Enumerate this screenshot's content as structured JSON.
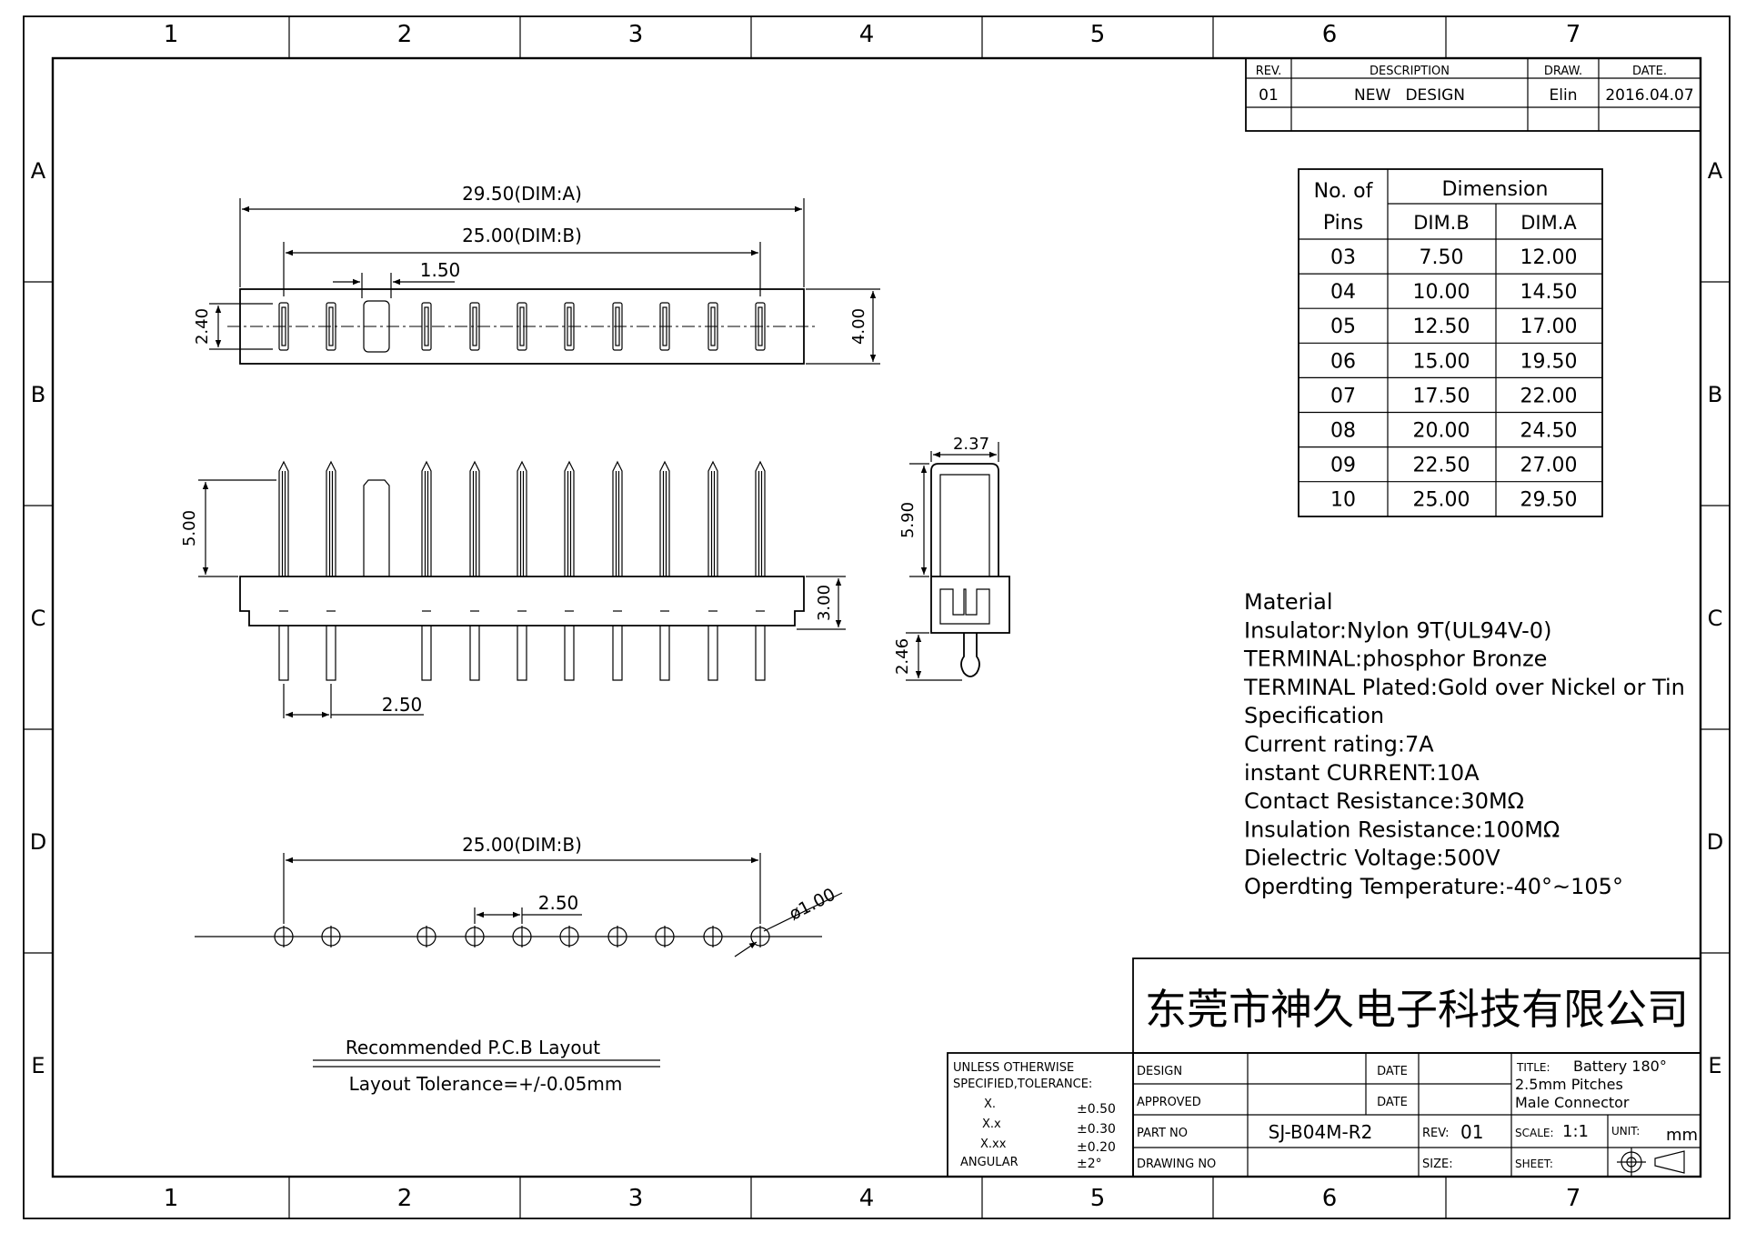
{
  "grid": {
    "columns": [
      "1",
      "2",
      "3",
      "4",
      "5",
      "6",
      "7"
    ],
    "rows": [
      "A",
      "B",
      "C",
      "D",
      "E"
    ]
  },
  "revision": {
    "headers": {
      "rev": "REV.",
      "description": "DESCRIPTION",
      "draw": "DRAW.",
      "date": "DATE."
    },
    "row": {
      "rev": "01",
      "description": "NEW   DESIGN",
      "draw": "Elin",
      "date": "2016.04.07"
    }
  },
  "dimension_table": {
    "header_pins_1": "No. of",
    "header_pins_2": "Pins",
    "header_dimension": "Dimension",
    "header_dimb": "DIM.B",
    "header_dima": "DIM.A",
    "rows": [
      {
        "pins": "03",
        "dimb": "7.50",
        "dima": "12.00"
      },
      {
        "pins": "04",
        "dimb": "10.00",
        "dima": "14.50"
      },
      {
        "pins": "05",
        "dimb": "12.50",
        "dima": "17.00"
      },
      {
        "pins": "06",
        "dimb": "15.00",
        "dima": "19.50"
      },
      {
        "pins": "07",
        "dimb": "17.50",
        "dima": "22.00"
      },
      {
        "pins": "08",
        "dimb": "20.00",
        "dima": "24.50"
      },
      {
        "pins": "09",
        "dimb": "22.50",
        "dima": "27.00"
      },
      {
        "pins": "10",
        "dimb": "25.00",
        "dima": "29.50"
      }
    ]
  },
  "dimensions": {
    "top_dim_a": "29.50(DIM:A)",
    "top_dim_b": "25.00(DIM:B)",
    "top_gap": "1.50",
    "top_height_left": "2.40",
    "top_height_right": "4.00",
    "front_pin_height": "5.00",
    "front_body_height": "3.00",
    "front_pitch": "2.50",
    "side_width": "2.37",
    "side_height": "5.90",
    "side_tail": "2.46",
    "pcb_dim_b": "25.00(DIM:B)",
    "pcb_pitch": "2.50",
    "pcb_hole": "ø1.00"
  },
  "pcb_caption": {
    "title": "Recommended P.C.B Layout",
    "tolerance": "Layout Tolerance=+/-0.05mm"
  },
  "material": [
    "Material",
    "Insulator:Nylon 9T(UL94V-0)",
    "TERMINAL:phosphor Bronze",
    "TERMINAL Plated:Gold over Nickel or Tin",
    "Specification",
    "Current rating:7A",
    "instant CURRENT:10A",
    "Contact Resistance:30MΩ",
    "Insulation Resistance:100MΩ",
    "Dielectric Voltage:500V",
    "Operdting Temperature:-40°~105°"
  ],
  "company": "东莞市神久电子科技有限公司",
  "tolerance_block": {
    "line1": "UNLESS OTHERWISE",
    "line2": "SPECIFIED,TOLERANCE:",
    "x_label": "X.",
    "x_val": "±0.50",
    "xx_label": "X.x",
    "xx_val": "±0.30",
    "xxx_label": "X.xx",
    "xxx_val": "±0.20",
    "ang_label": "ANGULAR",
    "ang_val": "±2°"
  },
  "title_block": {
    "design": "DESIGN",
    "approved": "APPROVED",
    "part_no": "PART NO",
    "drawing_no": "DRAWING NO",
    "date1": "DATE",
    "date2": "DATE",
    "part_value": "SJ-B04M-R2",
    "rev_label": "REV:",
    "rev_value": "01",
    "size_label": "SIZE:",
    "title_label": "TITLE:",
    "title_1": "Battery 180°",
    "title_2": "2.5mm Pitches",
    "title_3": "Male Connector",
    "scale_label": "SCALE:",
    "scale_value": "1:1",
    "unit_label": "UNIT:",
    "unit_value": "mm",
    "sheet_label": "SHEET:"
  }
}
